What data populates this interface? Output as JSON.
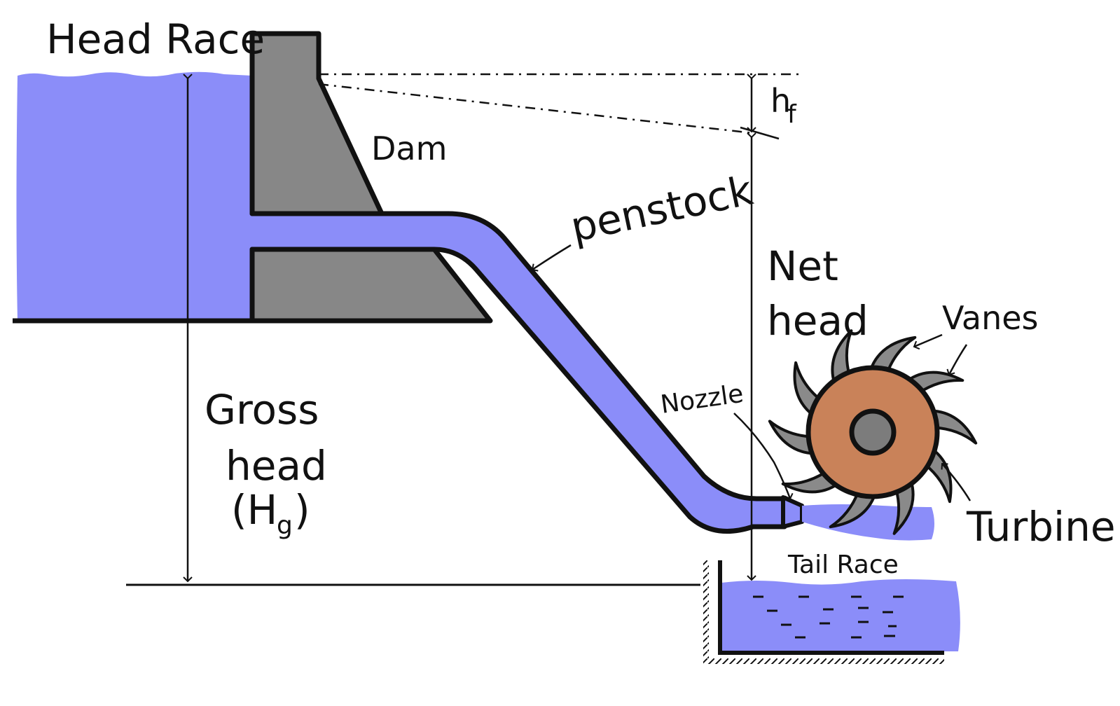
{
  "colors": {
    "water": "#8b8df9",
    "dam": "#878787",
    "runner": "#c98259",
    "hub": "#7c7c7c",
    "vane": "#8a8a8a",
    "ink": "#111111",
    "background": "#ffffff"
  },
  "labels": {
    "head_race": "Head Race",
    "dam": "Dam",
    "penstock": "penstock",
    "hf_main": "h",
    "hf_sub": "f",
    "net_head_line1": "Net",
    "net_head_line2": "head",
    "vanes": "Vanes",
    "nozzle": "Nozzle",
    "gross_head_line1": "Gross",
    "gross_head_line2": "head",
    "gross_head_line3": "(H",
    "gross_head_sub": "g",
    "gross_head_close": ")",
    "turbine": "Turbine",
    "tail_race": "Tail Race"
  }
}
